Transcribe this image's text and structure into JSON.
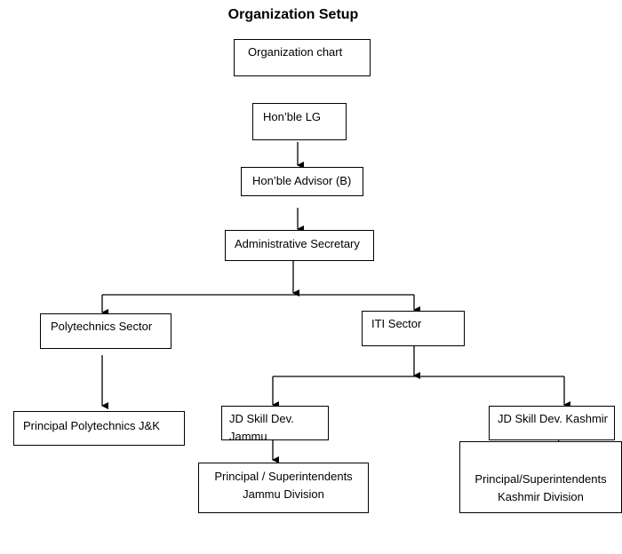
{
  "title": "Organization Setup",
  "nodes": {
    "org_chart": {
      "label": "Organization chart"
    },
    "lg": {
      "label": "Hon’ble LG"
    },
    "advisor": {
      "label": "Hon’ble Advisor (B)"
    },
    "secretary": {
      "label": "Administrative Secretary"
    },
    "poly_sector": {
      "label": "Polytechnics Sector"
    },
    "iti_sector": {
      "label": "ITI Sector"
    },
    "principal_poly": {
      "label": "Principal Polytechnics J&K"
    },
    "jd_jammu": {
      "label": "JD Skill Dev. Jammu"
    },
    "jd_kashmir": {
      "label": "JD Skill Dev. Kashmir"
    },
    "principal_jammu": {
      "line1": "Principal / Superintendents",
      "line2": "Jammu Division"
    },
    "principal_kashmir": {
      "line1": "Principal/Superintendents",
      "line2": "Kashmir Division"
    }
  }
}
